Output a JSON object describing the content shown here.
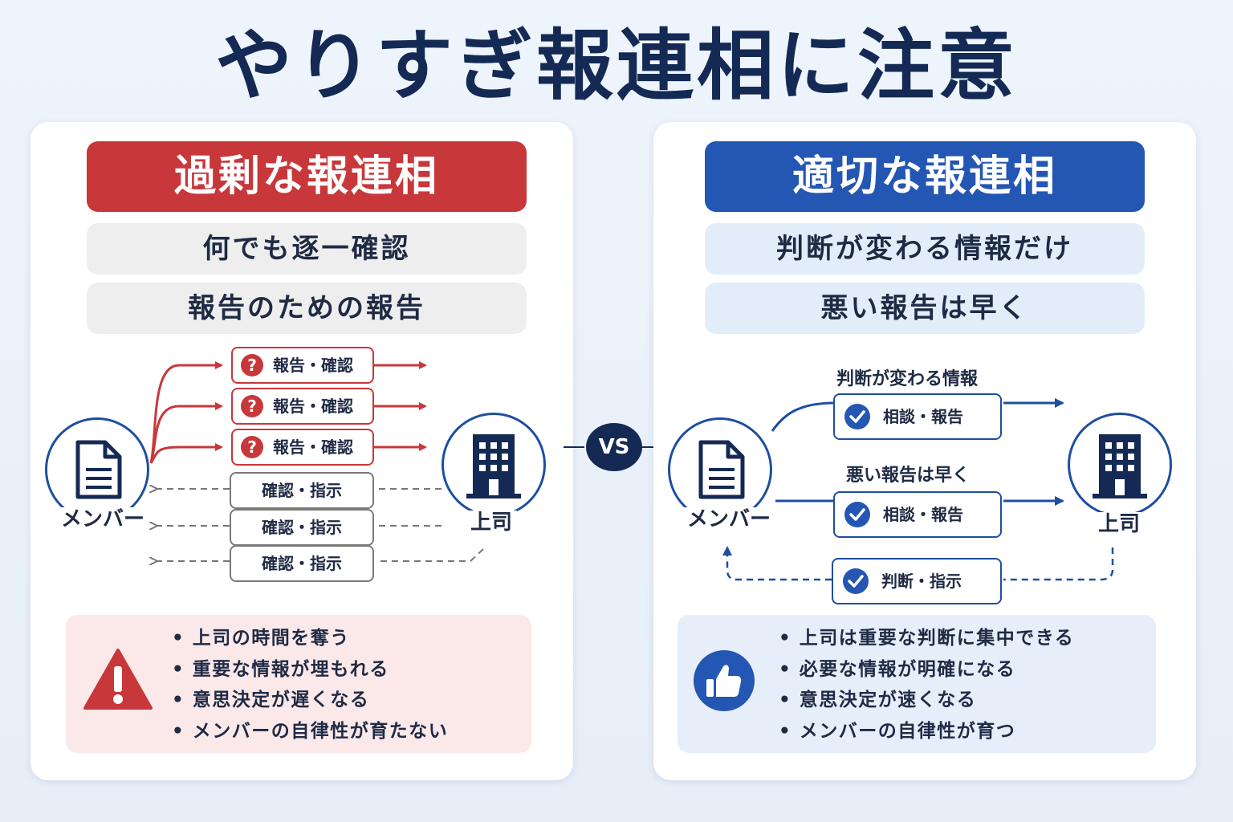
{
  "title": "やりすぎ報連相に注意",
  "vs_label": "VS",
  "left": {
    "heading": "過剰な報連相",
    "points": [
      "何でも逐一確認",
      "報告のための報告"
    ],
    "member_label": "メンバー",
    "boss_label": "上司",
    "upward_box": "報告・確認",
    "question_mark": "?",
    "downward_box": "確認・指示",
    "summary": [
      "上司の時間を奪う",
      "重要な情報が埋もれる",
      "意思決定が遅くなる",
      "メンバーの自律性が育たない"
    ]
  },
  "right": {
    "heading": "適切な報連相",
    "points": [
      "判断が変わる情報だけ",
      "悪い報告は早く"
    ],
    "member_label": "メンバー",
    "boss_label": "上司",
    "flow1_label": "判断が変わる情報",
    "flow1_box": "相談・報告",
    "flow2_label": "悪い報告は早く",
    "flow2_box": "相談・報告",
    "return_box": "判断・指示",
    "summary": [
      "上司は重要な判断に集中できる",
      "必要な情報が明確になる",
      "意思決定が速くなる",
      "メンバーの自律性が育つ"
    ]
  },
  "colors": {
    "navy": "#142a55",
    "red": "#c8373a",
    "blue": "#2456b3",
    "line_blue": "#1e4ea0",
    "gray": "#7a7a7a"
  },
  "icons": {
    "member": "document-icon",
    "boss": "building-icon",
    "left_warning": "warning-icon",
    "right_good": "thumbs-up-icon",
    "left_box": "question-icon",
    "right_box": "check-icon"
  }
}
